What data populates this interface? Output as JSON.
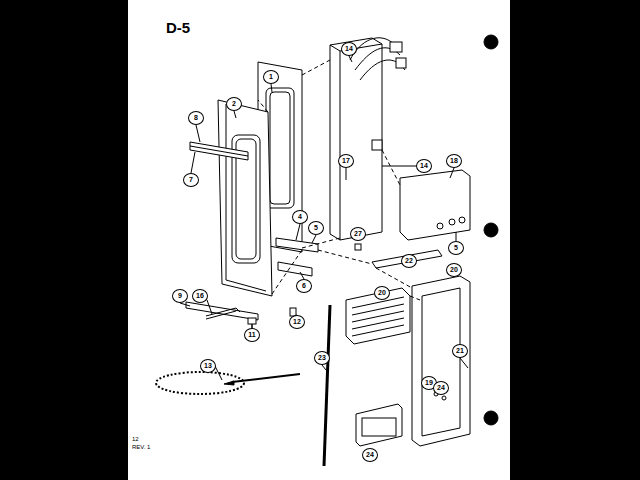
{
  "diagram": {
    "labels": [
      "D-5",
      "14",
      "1",
      "2",
      "8",
      "7",
      "17",
      "14",
      "18",
      "4",
      "5",
      "6",
      "5",
      "22",
      "27",
      "20",
      "9",
      "16",
      "20",
      "11",
      "12",
      "21",
      "13",
      "23",
      "19",
      "24",
      "24",
      "12",
      "REV. 1"
    ]
  }
}
